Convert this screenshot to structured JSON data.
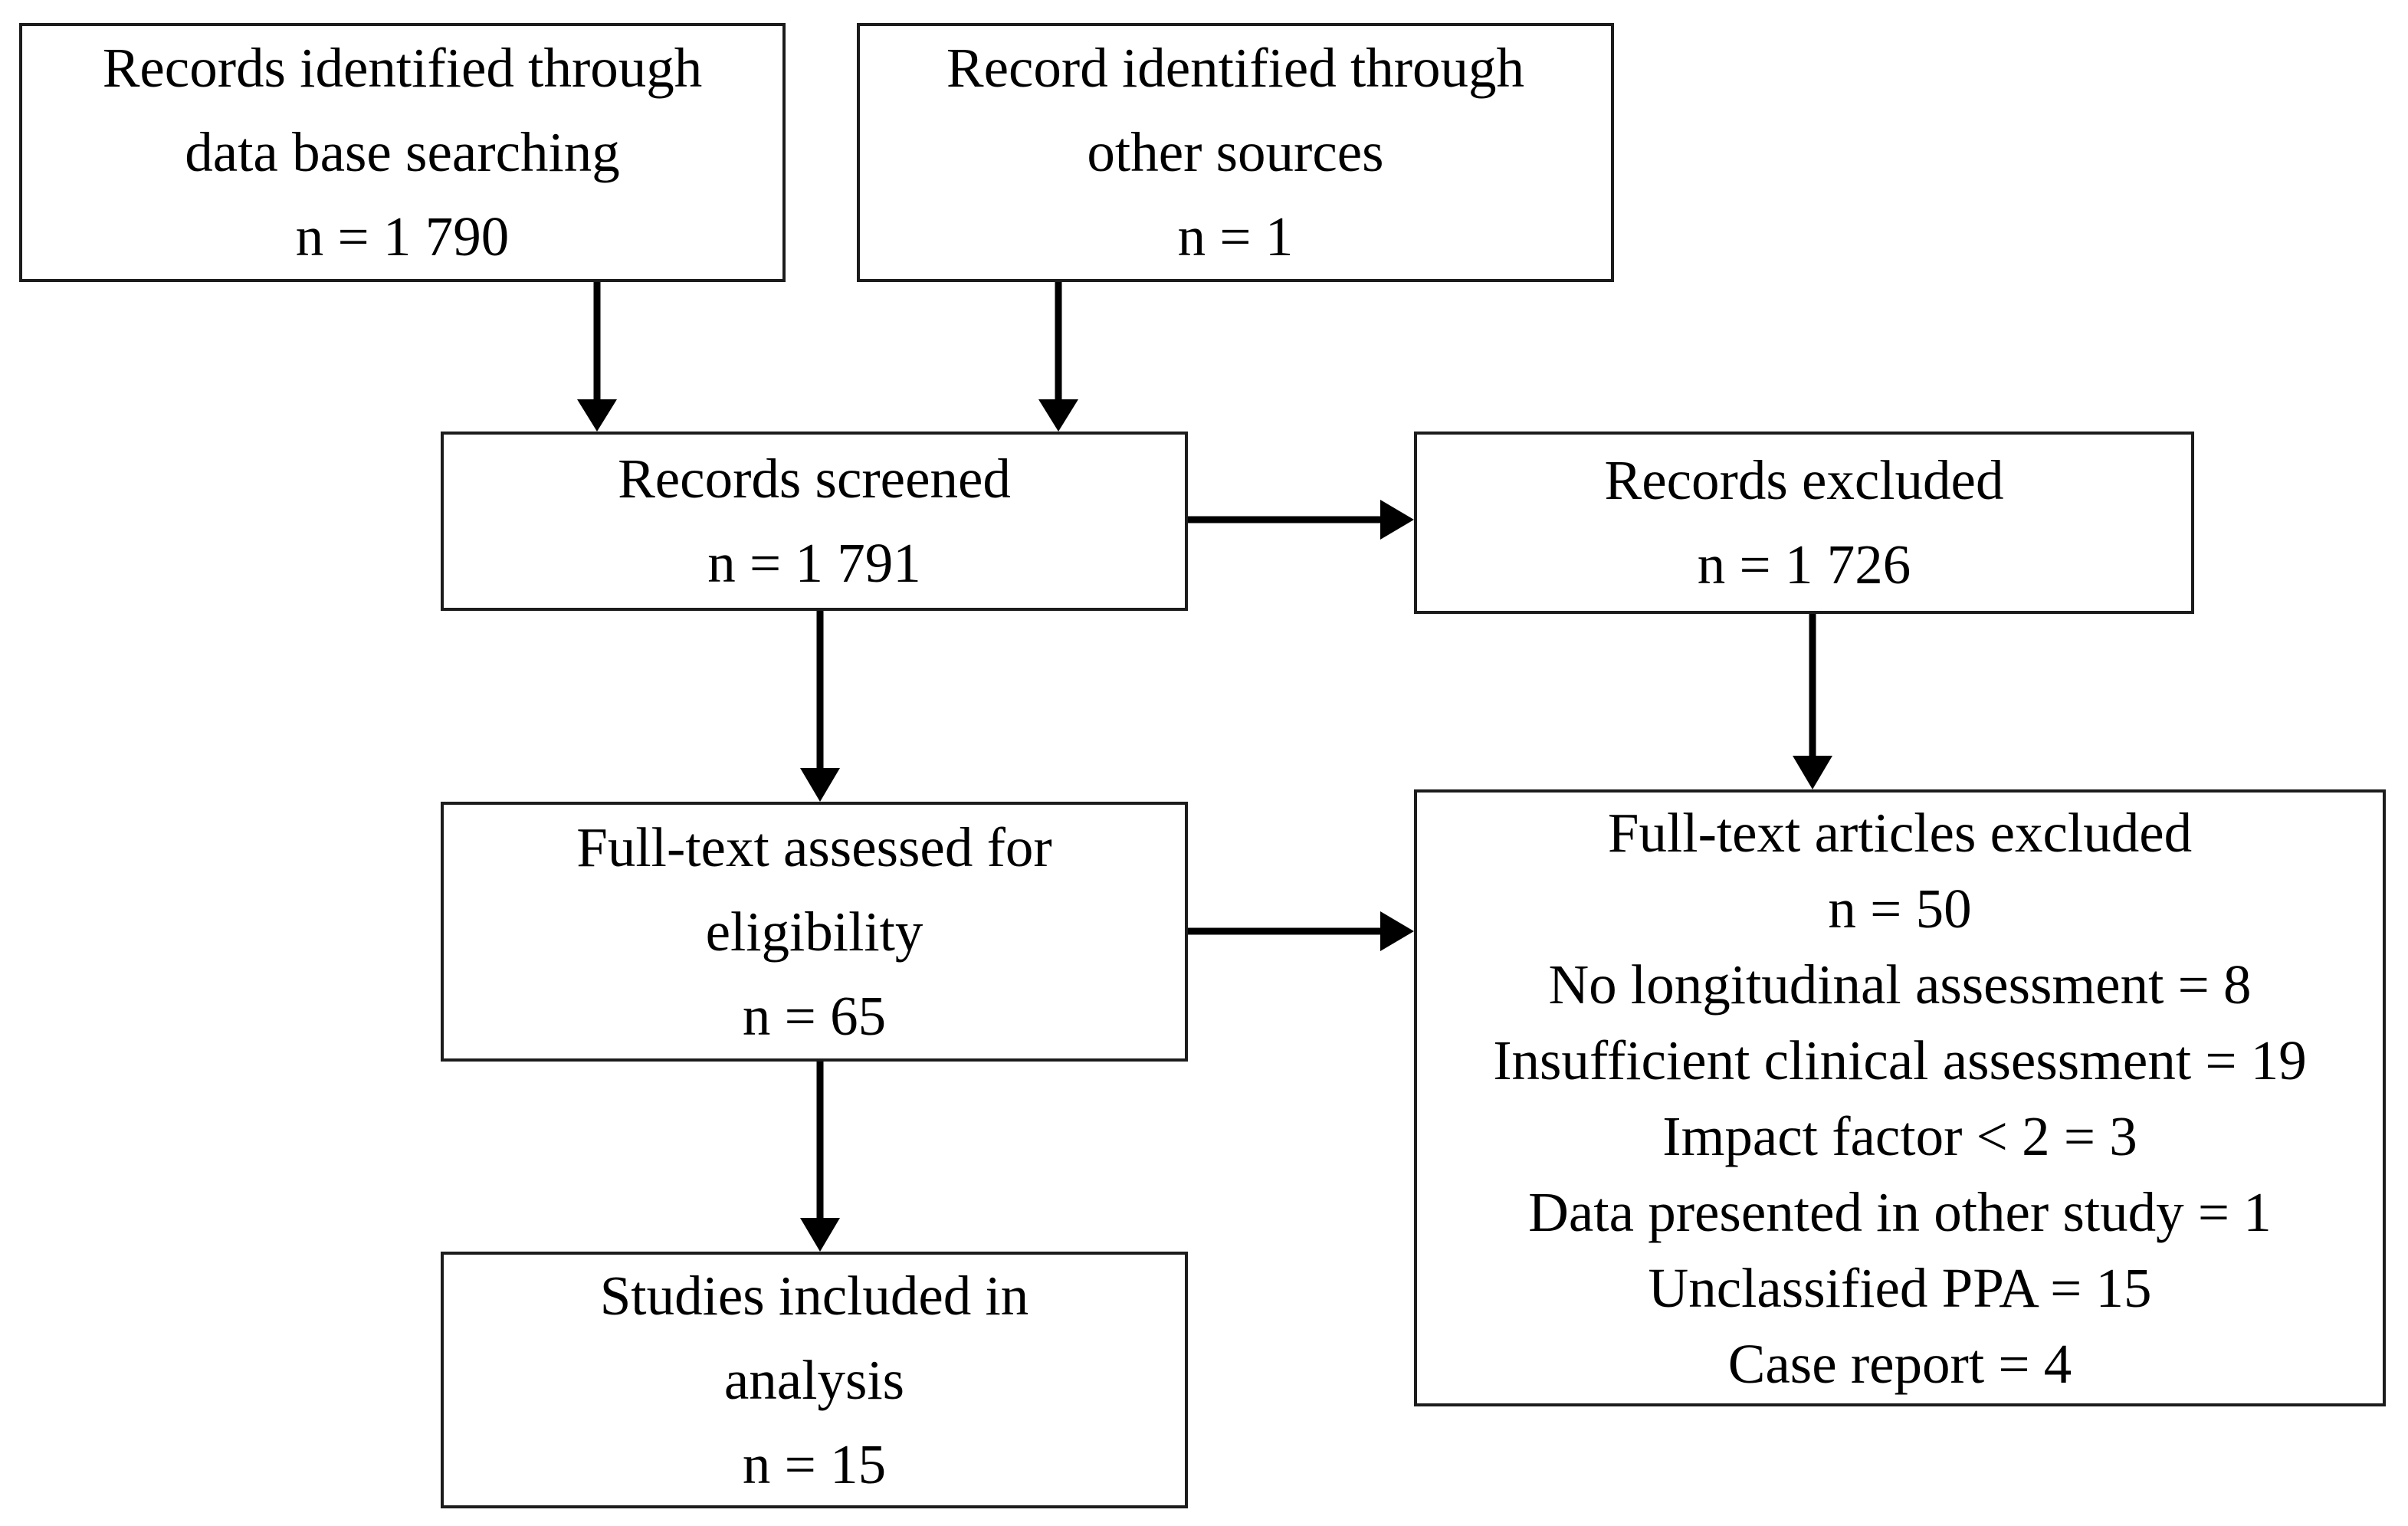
{
  "colors": {
    "background": "#ffffff",
    "box_border": "#1c1c1c",
    "text": "#000000",
    "arrow": "#000000"
  },
  "diagram": {
    "type": "prisma-flowchart",
    "boxes": [
      {
        "id": "identified-database",
        "lines": [
          "Records identified through",
          "data base searching",
          "n = 1 790"
        ]
      },
      {
        "id": "identified-other",
        "lines": [
          "Record identified through",
          "other sources",
          "n = 1"
        ]
      },
      {
        "id": "screened",
        "lines": [
          "Records screened",
          "n = 1 791"
        ]
      },
      {
        "id": "excluded",
        "lines": [
          "Records excluded",
          "n = 1 726"
        ]
      },
      {
        "id": "fulltext-assessed",
        "lines": [
          "Full-text assessed for",
          "eligibility",
          "n = 65"
        ]
      },
      {
        "id": "fulltext-excluded",
        "lines": [
          "Full-text articles excluded",
          "n = 50",
          "No longitudinal assessment = 8",
          "Insufficient clinical assessment = 19",
          "Impact factor < 2 = 3",
          "Data presented in other study = 1",
          "Unclassified PPA = 15",
          "Case report = 4"
        ]
      },
      {
        "id": "included",
        "lines": [
          "Studies included in",
          "analysis",
          "n = 15"
        ]
      }
    ],
    "edges": [
      {
        "from": "identified-database",
        "to": "screened"
      },
      {
        "from": "identified-other",
        "to": "screened"
      },
      {
        "from": "screened",
        "to": "excluded"
      },
      {
        "from": "screened",
        "to": "fulltext-assessed"
      },
      {
        "from": "excluded",
        "to": "fulltext-excluded"
      },
      {
        "from": "fulltext-assessed",
        "to": "fulltext-excluded"
      },
      {
        "from": "fulltext-assessed",
        "to": "included"
      }
    ]
  }
}
